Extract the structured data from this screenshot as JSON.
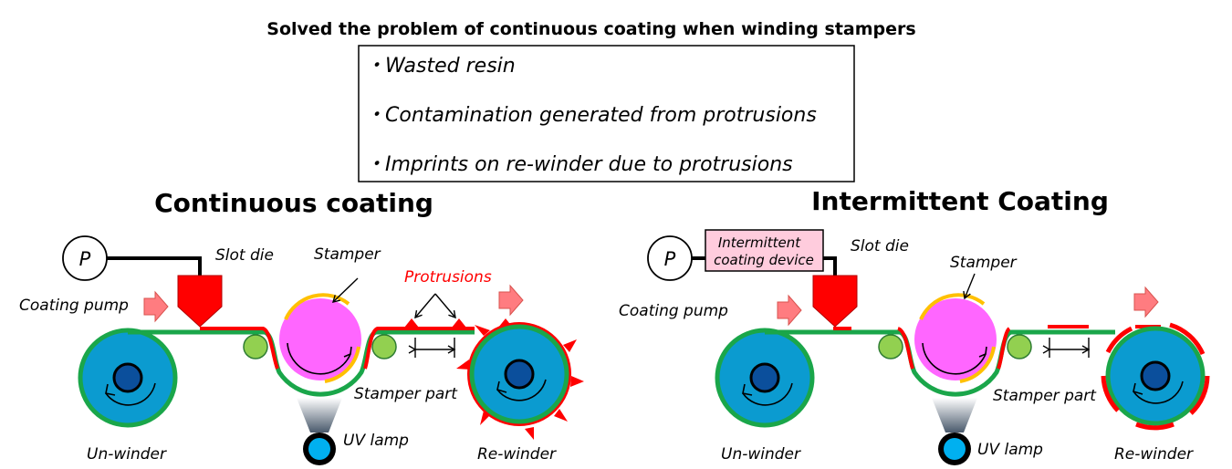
{
  "title": "Solved the problem of continuous coating when winding stampers",
  "problems": [
    "・Wasted resin",
    "・Contamination generated from protrusions",
    "・Imprints on re-winder due to protrusions"
  ],
  "left": {
    "heading": "Continuous coating",
    "pump_symbol": "P",
    "slot_die": "Slot die",
    "stamper": "Stamper",
    "protrusions": "Protrusions",
    "coating_pump": "Coating pump",
    "stamper_part": "Stamper part",
    "uv_lamp": "UV lamp",
    "unwinder": "Un-winder",
    "rewinder": "Re-winder"
  },
  "right": {
    "heading": "Intermittent Coating",
    "pump_symbol": "P",
    "device_line1": "Intermittent",
    "device_line2": "coating   device",
    "slot_die": "Slot die",
    "stamper": "Stamper",
    "coating_pump": "Coating pump",
    "stamper_part": "Stamper part",
    "uv_lamp": "UV lamp",
    "unwinder": "Un-winder",
    "rewinder": "Re-winder"
  },
  "colors": {
    "film": "#1aa64a",
    "resin": "#ff0000",
    "roll": "#0b9bd0",
    "roll_core": "#0b4f9c",
    "stamper_roll": "#ff66ff",
    "stamper_band": "#ffc000",
    "guide_roll": "#92d050",
    "arrow": "#ff7c80",
    "device_box": "#ffccdd"
  }
}
